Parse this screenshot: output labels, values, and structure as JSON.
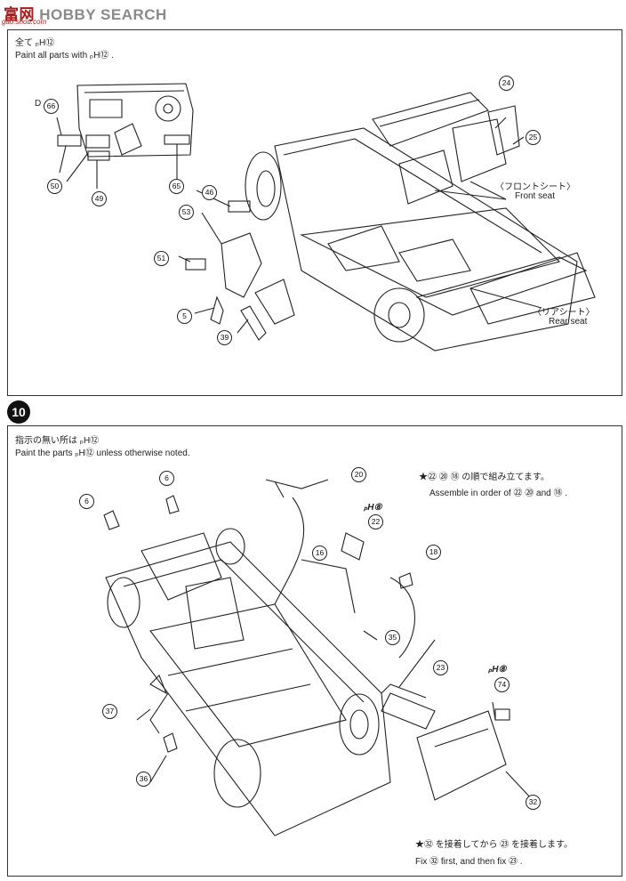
{
  "watermark": {
    "brand_cn": "富网",
    "brand_en": "HOBBY SEARCH",
    "url": "gao.shou.com"
  },
  "step9": {
    "note_jp": "全て ₚH⑫",
    "note_en": "Paint all parts with ₚH⑫ .",
    "parts": [
      "66",
      "50",
      "49",
      "65",
      "46",
      "53",
      "51",
      "5",
      "39",
      "24",
      "25"
    ],
    "d_prefix": "D",
    "front_seat_jp": "〈フロントシート〉",
    "front_seat_en": "Front seat",
    "rear_seat_jp": "〈リアシート〉",
    "rear_seat_en": "Rear seat"
  },
  "step10": {
    "step_number": "10",
    "note_jp": "指示の無い所は ₚH⑫",
    "note_en": "Paint the parts ₚH⑫ unless otherwise noted.",
    "parts": [
      "6",
      "6",
      "20",
      "22",
      "16",
      "18",
      "35",
      "23",
      "74",
      "37",
      "36",
      "32"
    ],
    "ph8_a": "ₚH⑧",
    "ph8_b": "ₚH⑧",
    "assemble_jp": "★㉒ ⑳ ⑱ の順で組み立てます。",
    "assemble_en": "Assemble in order of ㉒ ⑳ and ⑱ .",
    "fix_jp": "★㉜ を接着してから ㉓ を接着します。",
    "fix_en": "Fix ㉜ first, and then fix ㉓ ."
  }
}
